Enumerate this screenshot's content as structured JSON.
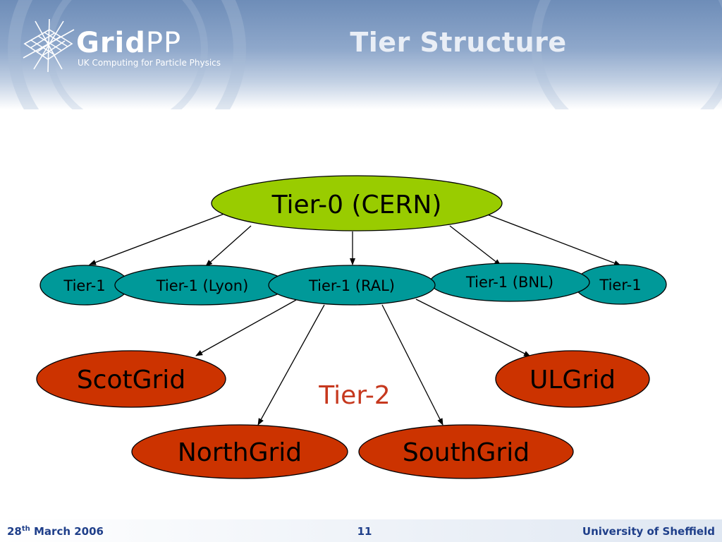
{
  "header": {
    "logo_main": "Grid",
    "logo_pp": "PP",
    "logo_subtitle": "UK Computing for Particle Physics",
    "title": "Tier Structure"
  },
  "diagram": {
    "tier0": {
      "label": "Tier-0 (CERN)",
      "color": "#99cc00"
    },
    "tier1": {
      "color": "#009999",
      "nodes": [
        "Tier-1",
        "Tier-1 (Lyon)",
        "Tier-1 (RAL)",
        "Tier-1 (BNL)",
        "Tier-1"
      ]
    },
    "tier2": {
      "label": "Tier-2",
      "label_color": "#c6381e",
      "color": "#cc3300",
      "nodes": [
        "ScotGrid",
        "ULGrid",
        "NorthGrid",
        "SouthGrid"
      ]
    }
  },
  "footer": {
    "date_day": "28",
    "date_sup": "th",
    "date_rest": " March 2006",
    "page": "11",
    "org": "University of Sheffield"
  }
}
